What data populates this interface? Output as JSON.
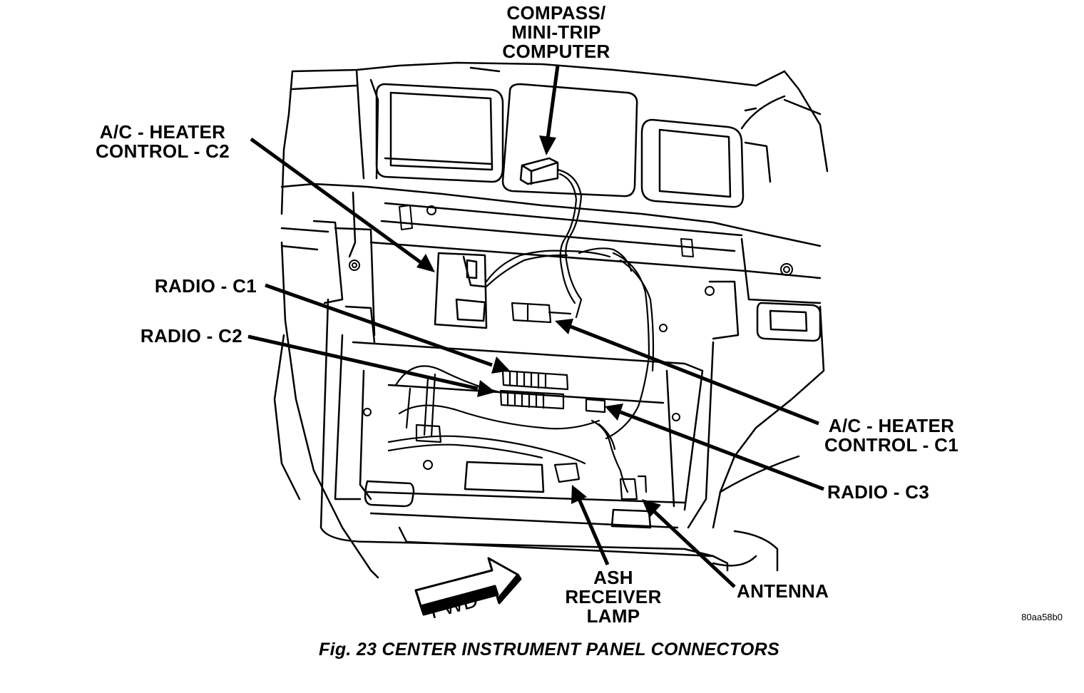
{
  "labels": {
    "compass": "COMPASS/\nMINI-TRIP\nCOMPUTER",
    "ac_heater_c2": "A/C - HEATER\nCONTROL - C2",
    "radio_c1": "RADIO - C1",
    "radio_c2": "RADIO - C2",
    "ac_heater_c1": "A/C - HEATER\nCONTROL - C1",
    "radio_c3": "RADIO - C3",
    "ash_receiver_lamp": "ASH\nRECEIVER\nLAMP",
    "antenna": "ANTENNA"
  },
  "fwd_arrow": "FWD",
  "figure_id": "80aa58b0",
  "caption": "Fig. 23 CENTER INSTRUMENT PANEL CONNECTORS"
}
